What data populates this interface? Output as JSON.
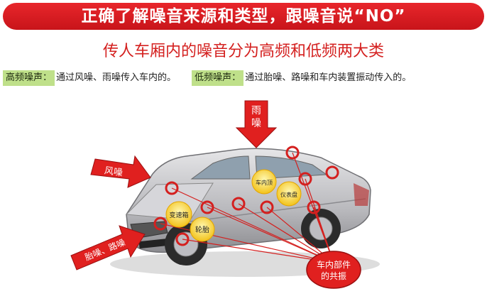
{
  "header": {
    "title": "正确了解噪音来源和类型，跟噪音说“NO”"
  },
  "subtitle": "传人车厢内的噪音分为高频和低频两大类",
  "info": {
    "high_tag": "高频噪声：",
    "high_desc": "通过风噪、雨噪传入车内的。",
    "low_tag": "低频噪声：",
    "low_desc": "通过胎噪、路噪和车内装置振动传入的。"
  },
  "diagram": {
    "rain_label": "雨噪",
    "wind_label": "风噪",
    "tire_label": "胎噪、路噪",
    "resonance_label_1": "车内部件",
    "resonance_label_2": "的共振",
    "part_labels": [
      "变速箱",
      "轮胎",
      "车内顶",
      "仪表盘"
    ]
  },
  "colors": {
    "accent": "#d4201f",
    "tag_bg": "#bfe08a",
    "car_body": "#c9c9cc"
  }
}
